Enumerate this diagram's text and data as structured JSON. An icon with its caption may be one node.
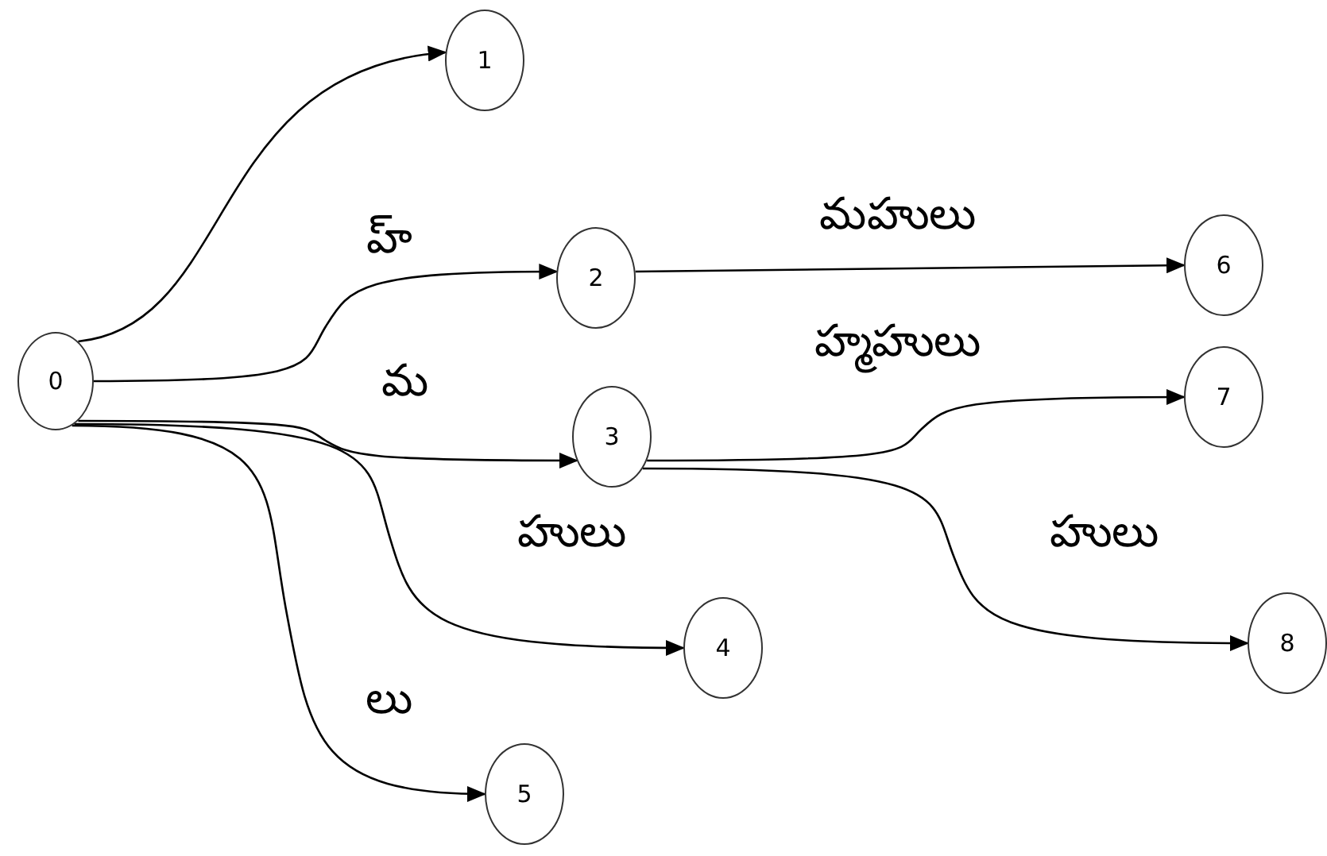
{
  "diagram": {
    "nodes": [
      {
        "text": [
          "0"
        ]
      },
      {
        "text": [
          "1"
        ]
      },
      {
        "text": [
          "2"
        ]
      },
      {
        "text": [
          "3"
        ]
      },
      {
        "text": [
          "4"
        ]
      },
      {
        "text": [
          "5"
        ]
      },
      {
        "text": [
          "6"
        ]
      },
      {
        "text": [
          "7"
        ]
      },
      {
        "text": [
          "8"
        ]
      }
    ],
    "edges": [
      {
        "from": 0,
        "to": 1,
        "arrow": "to"
      },
      {
        "from": 0,
        "to": 2,
        "arrow": "to",
        "label": "హ్"
      },
      {
        "from": 0,
        "to": 3,
        "arrow": "to",
        "label": "మ"
      },
      {
        "from": 0,
        "to": 4,
        "arrow": "to",
        "label": "హులు"
      },
      {
        "from": 0,
        "to": 5,
        "arrow": "to",
        "label": "లు"
      },
      {
        "from": 2,
        "to": 6,
        "arrow": "to",
        "label": "మహులు"
      },
      {
        "from": 3,
        "to": 7,
        "arrow": "to",
        "label": "హ్మహులు"
      },
      {
        "from": 3,
        "to": 8,
        "arrow": "to",
        "label": "హులు"
      }
    ]
  }
}
